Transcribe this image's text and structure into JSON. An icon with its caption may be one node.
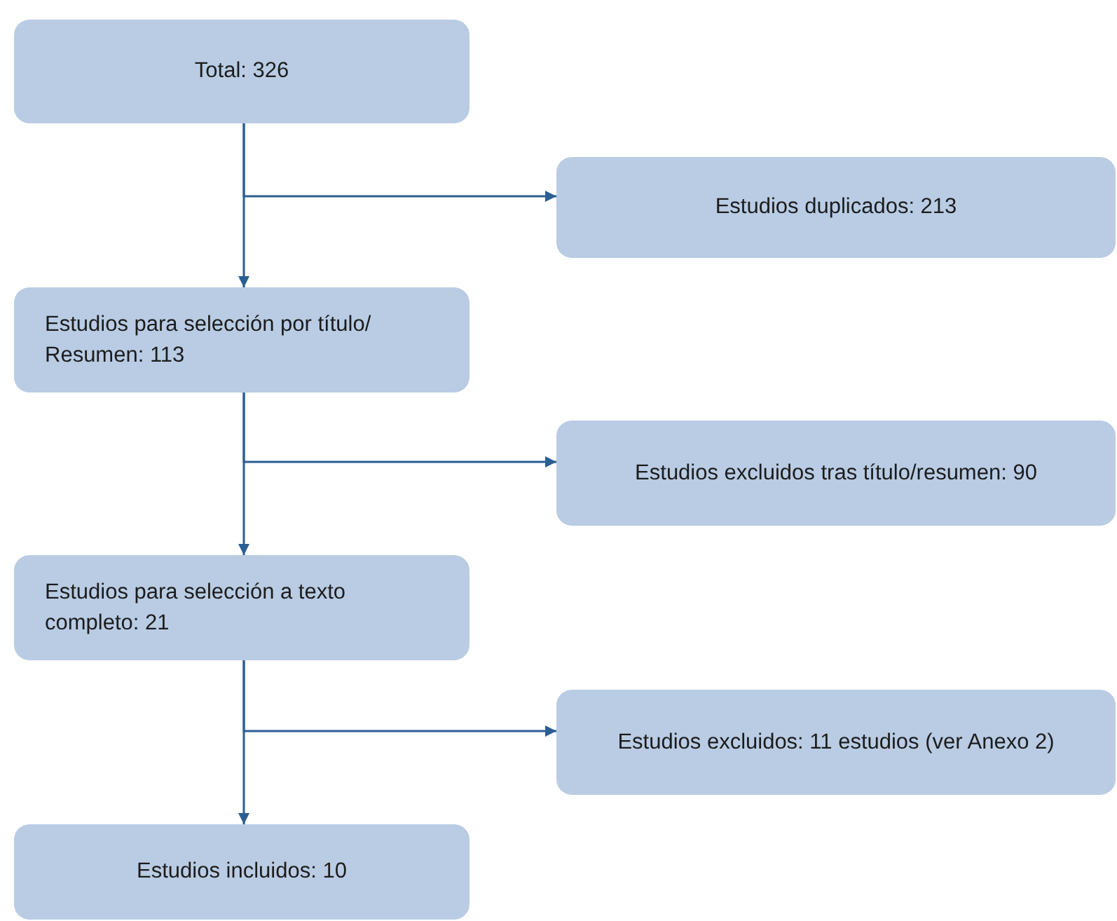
{
  "diagram": {
    "nodes": [
      {
        "text": [
          "Total: 326"
        ]
      },
      {
        "text": [
          "Estudios duplicados: 213"
        ]
      },
      {
        "text": [
          "Estudios para selección por título/ Resumen: 113"
        ]
      },
      {
        "text": [
          "Estudios excluidos tras título/resumen: 90"
        ]
      },
      {
        "text": [
          "Estudios para selección a texto completo: 21"
        ]
      },
      {
        "text": [
          "Estudios excluidos: 11 estudios (ver Anexo 2)"
        ]
      },
      {
        "text": [
          "Estudios incluidos: 10"
        ]
      }
    ],
    "edges": [
      {
        "from": 0,
        "to": 1,
        "arrow": "to"
      },
      {
        "from": 0,
        "to": 2,
        "arrow": "to"
      },
      {
        "from": 2,
        "to": 3,
        "arrow": "to"
      },
      {
        "from": 2,
        "to": 4,
        "arrow": "to"
      },
      {
        "from": 4,
        "to": 5,
        "arrow": "to"
      },
      {
        "from": 4,
        "to": 6,
        "arrow": "to"
      }
    ]
  }
}
